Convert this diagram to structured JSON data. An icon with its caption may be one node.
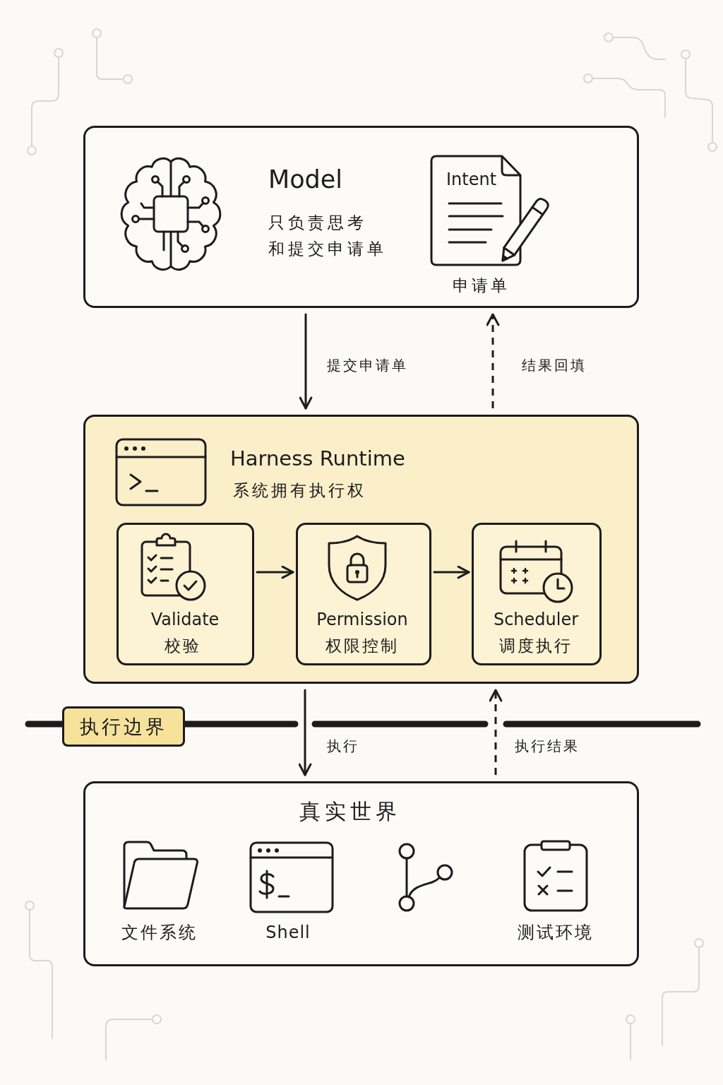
{
  "diagram": {
    "nodes": [
      {
        "text": [
          "Model",
          "只负责思考和提交申请单"
        ]
      },
      {
        "text": [
          "Intent"
        ],
        "in": 0,
        "beside": [
          "申请单"
        ]
      },
      {
        "text": [
          "Harness Runtime",
          "系统拥有执行权"
        ]
      },
      {
        "text": [
          "Validate",
          "校验"
        ],
        "in": 2
      },
      {
        "text": [
          "Permission",
          "权限控制"
        ],
        "in": 2
      },
      {
        "text": [
          "Scheduler",
          "调度执行"
        ],
        "in": 2
      },
      {
        "text": [
          "执行边界"
        ]
      },
      {
        "text": [
          "真实世界"
        ]
      }
    ],
    "edges": [
      {
        "from": 0,
        "to": 2,
        "arrow": "to",
        "label": "提交申请单"
      },
      {
        "from": 2,
        "to": 0,
        "arrow": "to",
        "label": "结果回填",
        "style": "dashed"
      },
      {
        "from": 3,
        "to": 4,
        "arrow": "to"
      },
      {
        "from": 4,
        "to": 5,
        "arrow": "to"
      },
      {
        "from": 2,
        "to": 7,
        "arrow": "to",
        "label": "执行"
      },
      {
        "from": 7,
        "to": 2,
        "arrow": "to",
        "label": "执行结果",
        "style": "dashed"
      }
    ],
    "labels": [
      "文件系统",
      "Shell",
      "测试环境"
    ]
  }
}
